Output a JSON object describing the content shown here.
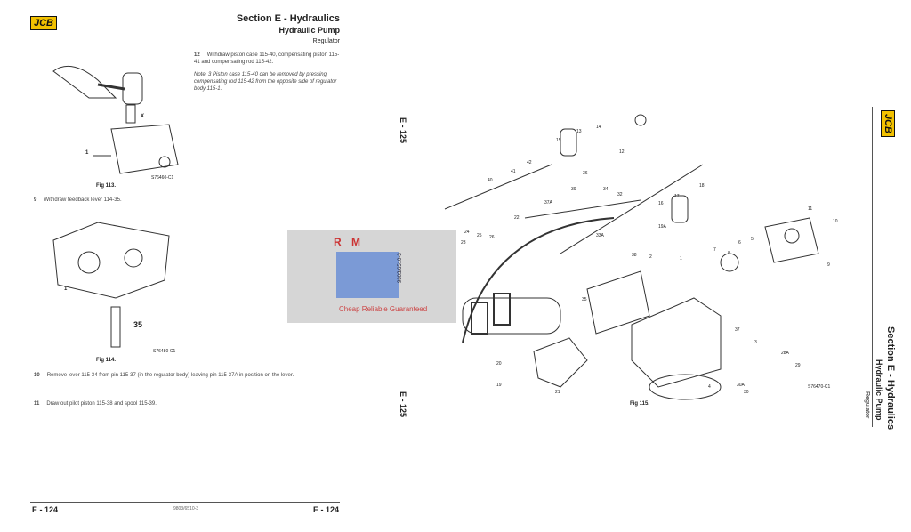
{
  "left_page": {
    "logo": "JCB",
    "section": "Section E - Hydraulics",
    "subsection": "Hydraulic Pump",
    "topic": "Regulator",
    "steps": [
      {
        "num": "12",
        "text": "Withdraw piston case 115-40, compensating piston 115-41 and compensating rod 115-42."
      },
      {
        "num": "9",
        "text": "Withdraw feedback lever 114-35."
      },
      {
        "num": "10",
        "text": "Remove lever 115-34 from pin 115-37 (in the regulator body) leaving pin 115-37A in position on the lever."
      },
      {
        "num": "11",
        "text": "Draw out pilot piston 115-38 and spool 115-39."
      }
    ],
    "note": "Note: 3 Piston case 115-40 can be removed by pressing compensating rod 115-42 from the opposite side of regulator body 115-1.",
    "fig113": {
      "caption": "Fig 113.",
      "code": "S76460-C1",
      "labels": [
        "1",
        "X"
      ]
    },
    "fig114": {
      "caption": "Fig 114.",
      "code": "S76480-C1",
      "labels": [
        "1",
        "35"
      ]
    },
    "footer": {
      "page_left": "E - 124",
      "doc": "9803/6510-3",
      "page_right": "E - 124"
    }
  },
  "right_page": {
    "logo": "JCB",
    "section": "Section E - Hydraulics",
    "subsection": "Hydraulic Pump",
    "topic": "Regulator",
    "page_top": "E - 125",
    "page_bottom": "E - 125",
    "doc": "9803/6510-3",
    "fig115": {
      "caption": "Fig 115.",
      "code": "S76470-C1"
    },
    "part_labels": [
      "13",
      "14",
      "15",
      "12",
      "41",
      "42",
      "40",
      "36",
      "39",
      "37A",
      "34",
      "32",
      "33A",
      "38",
      "24",
      "25",
      "26",
      "23",
      "22",
      "17",
      "18",
      "16",
      "19A",
      "11",
      "10",
      "9",
      "8",
      "7",
      "6",
      "5",
      "3",
      "37",
      "2",
      "1",
      "4",
      "20",
      "19",
      "21",
      "35",
      "28A",
      "29",
      "30",
      "30A"
    ]
  },
  "watermark": {
    "letters": "R M",
    "tagline": "Cheap Reliable Guaranteed"
  }
}
